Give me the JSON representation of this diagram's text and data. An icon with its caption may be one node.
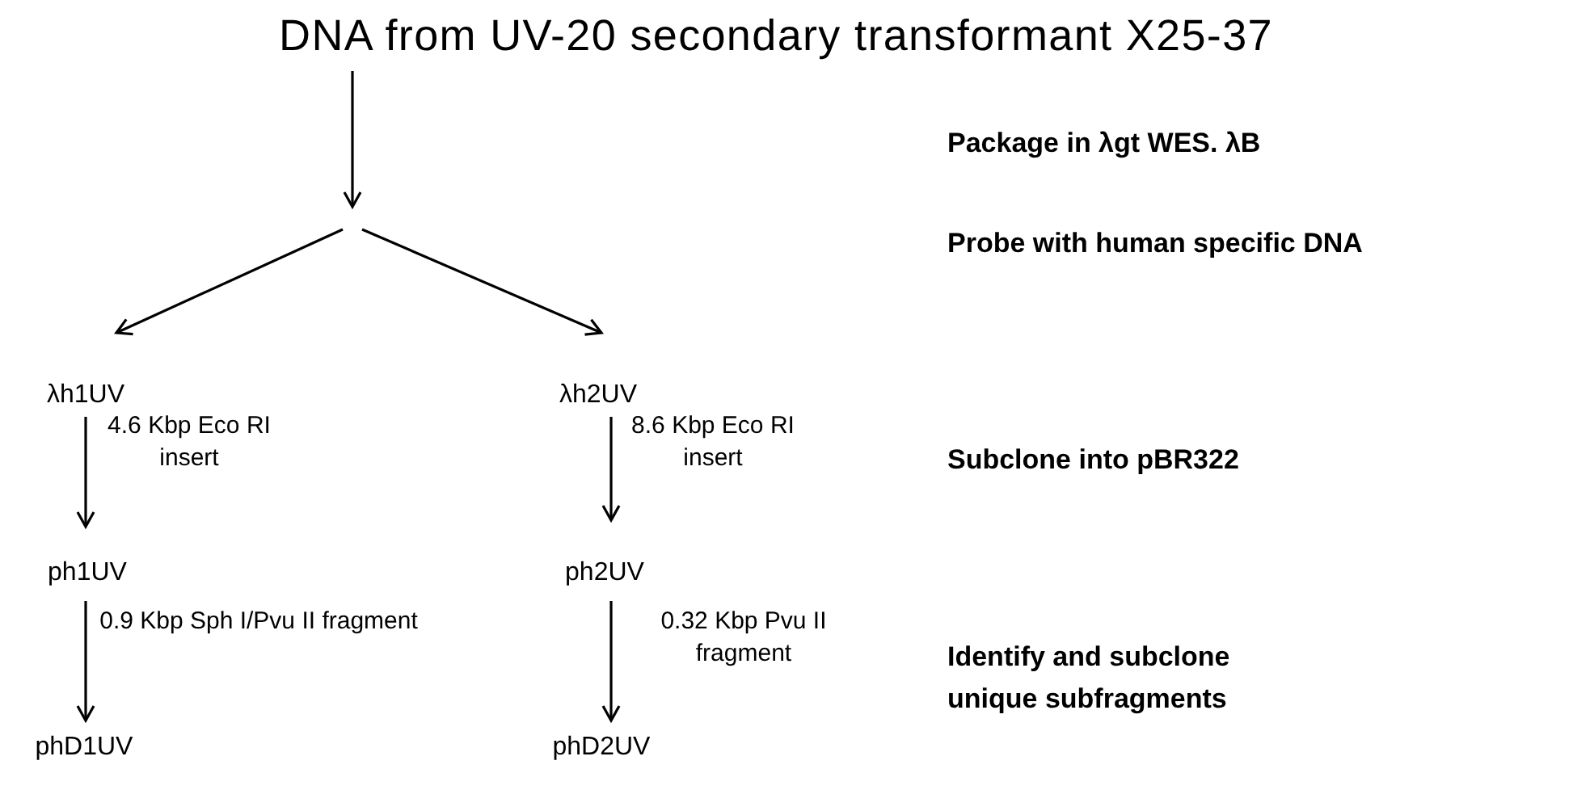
{
  "diagram": {
    "nodes": [
      {
        "text": [
          "DNA from UV-20 secondary transformant X25-37"
        ]
      },
      {
        "text": [
          "λh1UV"
        ]
      },
      {
        "text": [
          "λh2UV"
        ]
      },
      {
        "text": [
          "ph1UV"
        ]
      },
      {
        "text": [
          "ph2UV"
        ]
      },
      {
        "text": [
          "phD1UV"
        ]
      },
      {
        "text": [
          "phD2UV"
        ]
      }
    ],
    "edges": [
      {
        "from": 0,
        "to": null,
        "arrow": "to"
      },
      {
        "from": null,
        "to": 1,
        "arrow": "to"
      },
      {
        "from": null,
        "to": 2,
        "arrow": "to"
      },
      {
        "from": 1,
        "to": 3,
        "arrow": "to",
        "label": "4.6 Kbp Eco RI insert"
      },
      {
        "from": 2,
        "to": 4,
        "arrow": "to",
        "label": "8.6 Kbp Eco RI insert"
      },
      {
        "from": 3,
        "to": 5,
        "arrow": "to",
        "label": "0.9 Kbp Sph I/Pvu II fragment"
      },
      {
        "from": 4,
        "to": 6,
        "arrow": "to",
        "label": "0.32 Kbp Pvu II fragment"
      }
    ],
    "labels": [
      "Package in λgt WES. λB",
      "Probe with human specific DNA",
      "Subclone into pBR322",
      "Identify and subclone unique subfragments"
    ]
  }
}
